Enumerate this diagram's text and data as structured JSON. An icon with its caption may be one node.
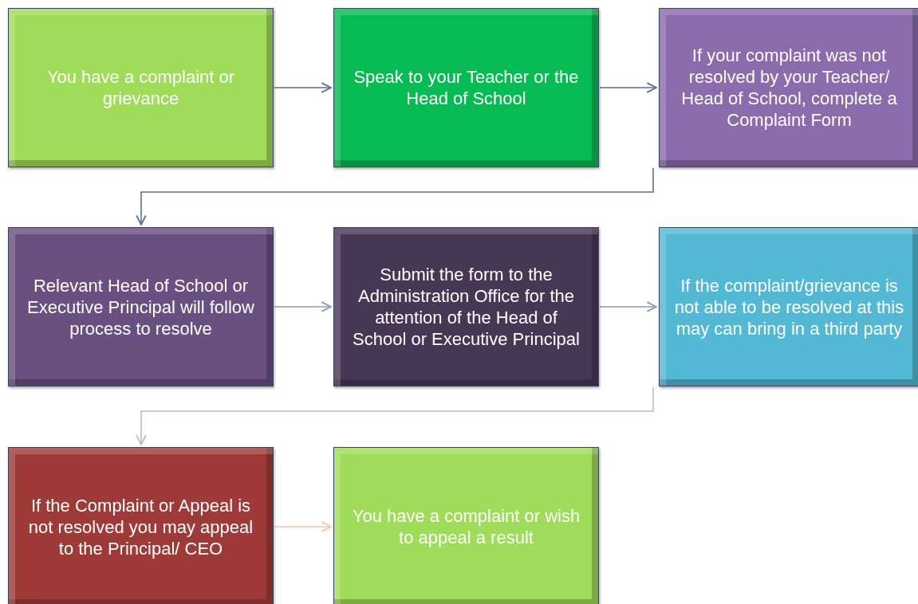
{
  "diagram": {
    "nodes": [
      {
        "text": [
          "You have a complaint or grievance"
        ]
      },
      {
        "text": [
          "Speak to your Teacher or the Head of School"
        ]
      },
      {
        "text": [
          "If your complaint was not resolved by your Teacher/ Head of School, complete a Complaint Form"
        ]
      },
      {
        "text": [
          "Relevant Head of School or Executive Principal will follow process to resolve"
        ]
      },
      {
        "text": [
          "Submit the form to the Administration Office for the attention of the  Head of School or Executive Principal"
        ]
      },
      {
        "text": [
          "If the complaint/grievance is not able  to be resolved at this may can bring in a third party"
        ]
      },
      {
        "text": [
          "If the Complaint or Appeal is not resolved you may appeal to the Principal/ CEO"
        ]
      },
      {
        "text": [
          "You have a complaint or wish to appeal a result"
        ]
      }
    ],
    "edges": [
      {
        "from": 0,
        "to": 1,
        "arrow": "to",
        "color": "#5b7192"
      },
      {
        "from": 1,
        "to": 2,
        "arrow": "to",
        "color": "#5b7192"
      },
      {
        "from": 2,
        "to": 3,
        "arrow": "to",
        "color": "#5b7192"
      },
      {
        "from": 3,
        "to": 4,
        "arrow": "to",
        "color": "#8d9ab3"
      },
      {
        "from": 4,
        "to": 5,
        "arrow": "to",
        "color": "#8d9ab3"
      },
      {
        "from": 5,
        "to": 6,
        "arrow": "to",
        "color": "#b5bdcc"
      },
      {
        "from": 6,
        "to": 7,
        "arrow": "to",
        "color": "#f7c4a8"
      }
    ]
  }
}
